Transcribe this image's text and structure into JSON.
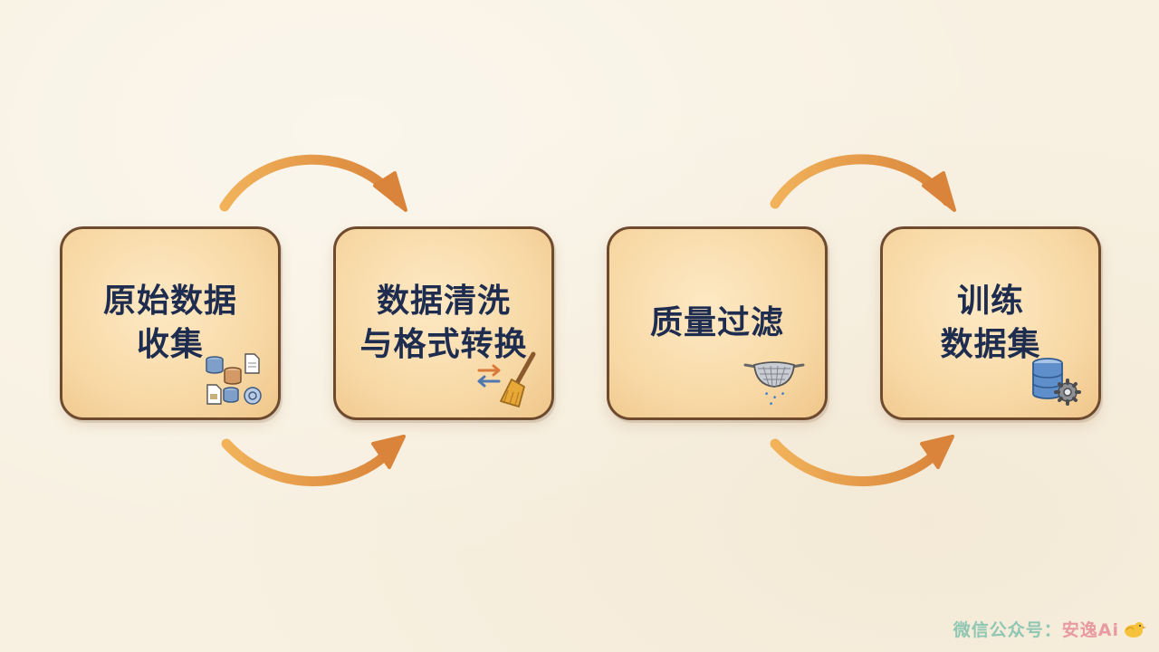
{
  "steps": [
    {
      "line1": "原始数据",
      "line2": "收集",
      "icon": "data-collection-icon"
    },
    {
      "line1": "数据清洗",
      "line2": "与格式转换",
      "icon": "broom-icon"
    },
    {
      "line1": "质量过滤",
      "line2": "",
      "icon": "strainer-icon"
    },
    {
      "line1": "训练",
      "line2": "数据集",
      "icon": "database-gear-icon"
    }
  ],
  "watermark": {
    "prefix": "微信公众号：",
    "name": "安逸Ai",
    "icon": "bird-icon"
  },
  "colors": {
    "background": "#f8f1e2",
    "box_fill": "#f8d9a6",
    "box_border": "#6e4a2f",
    "text": "#1e2d4f",
    "arrow": "#e0953d"
  }
}
